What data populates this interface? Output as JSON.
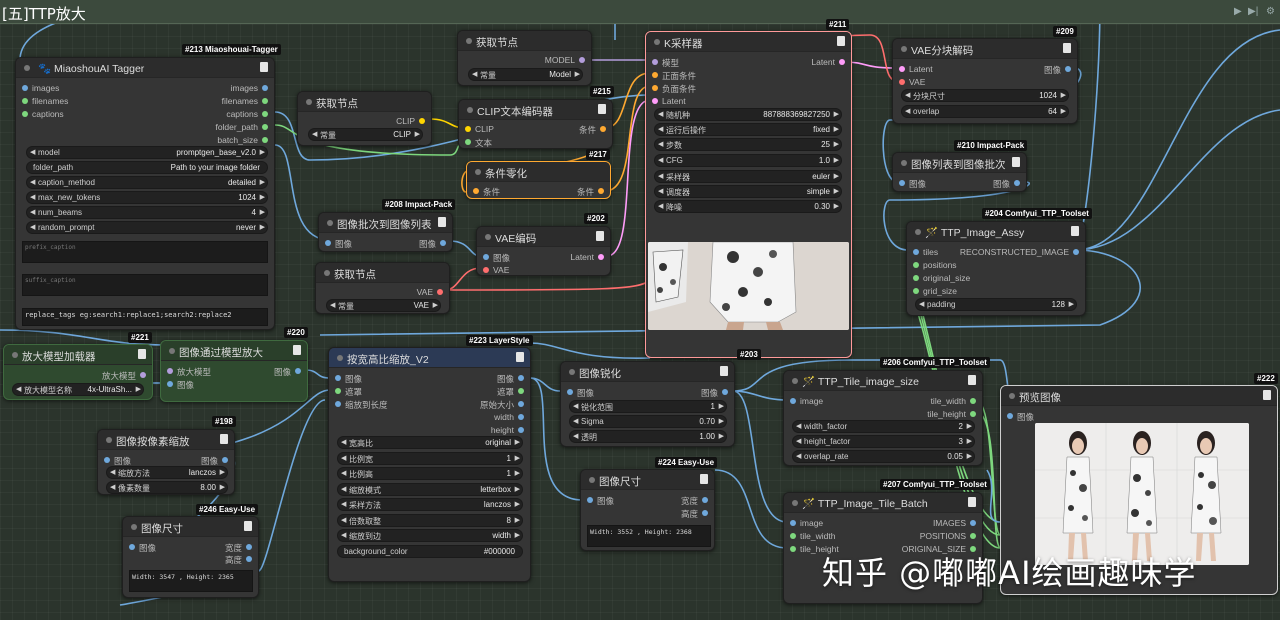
{
  "group_title": "[五]TTP放大",
  "colors": {
    "image": "#6fa8dc",
    "clip": "#ffd500",
    "conditioning": "#ffa931",
    "latent": "#ff9cf9",
    "vae": "#ff6e6e",
    "model": "#b39ddb",
    "int": "#7ed87e"
  },
  "nodes": {
    "n213": {
      "id": "#213 Miaoshouai-Tagger",
      "title": "MiaoshouAI Tagger",
      "in": [
        "images",
        "filenames",
        "captions"
      ],
      "out": [
        "images",
        "filenames",
        "captions",
        "folder_path",
        "batch_size"
      ],
      "widgets": [
        {
          "l": "model",
          "r": "promptgen_base_v2.0"
        },
        {
          "l": "folder_path",
          "r": "Path to your image folder"
        },
        {
          "l": "caption_method",
          "r": "detailed"
        },
        {
          "l": "max_new_tokens",
          "r": "1024"
        },
        {
          "l": "num_beams",
          "r": "4"
        },
        {
          "l": "random_prompt",
          "r": "never"
        }
      ],
      "prefix": "prefix_caption",
      "suffix": "suffix_caption",
      "replace": "replace_tags eg:search1:replace1;search2:replace2"
    },
    "getnode_model": {
      "title": "获取节点",
      "out": "MODEL",
      "w_l": "常量",
      "w_r": "Model"
    },
    "getnode_clip": {
      "title": "获取节点",
      "out": "CLIP",
      "w_l": "常量",
      "w_r": "CLIP"
    },
    "n215": {
      "id": "#215",
      "title": "CLIP文本编码器",
      "in": [
        "CLIP",
        "文本"
      ],
      "out": "条件"
    },
    "n217": {
      "id": "#217",
      "title": "条件零化",
      "in": "条件",
      "out": "条件"
    },
    "n208": {
      "id": "#208 Impact-Pack",
      "title": "图像批次到图像列表",
      "in": "图像",
      "out": "图像"
    },
    "n202": {
      "id": "#202",
      "title": "VAE编码",
      "in": [
        "图像",
        "VAE"
      ],
      "out": "Latent"
    },
    "getnode_vae": {
      "title": "获取节点",
      "out": "VAE",
      "w_l": "常量",
      "w_r": "VAE"
    },
    "n211": {
      "id": "#211",
      "title": "K采样器",
      "in": [
        "模型",
        "正面条件",
        "负面条件",
        "Latent"
      ],
      "out": "Latent",
      "widgets": [
        {
          "l": "随机种",
          "r": "887888369827250"
        },
        {
          "l": "运行后操作",
          "r": "fixed"
        },
        {
          "l": "步数",
          "r": "25"
        },
        {
          "l": "CFG",
          "r": "1.0"
        },
        {
          "l": "采样器",
          "r": "euler"
        },
        {
          "l": "调度器",
          "r": "simple"
        },
        {
          "l": "降噪",
          "r": "0.30"
        }
      ]
    },
    "n209": {
      "id": "#209",
      "title": "VAE分块解码",
      "in": [
        "Latent",
        "VAE"
      ],
      "out": "图像",
      "widgets": [
        {
          "l": "分块尺寸",
          "r": "1024"
        },
        {
          "l": "overlap",
          "r": "64"
        }
      ]
    },
    "n210": {
      "id": "#210 Impact-Pack",
      "title": "图像列表到图像批次",
      "in": "图像",
      "out": "图像"
    },
    "n204": {
      "id": "#204 Comfyui_TTP_Toolset",
      "title": "TTP_Image_Assy",
      "in": [
        "tiles",
        "positions",
        "original_size",
        "grid_size"
      ],
      "out": "RECONSTRUCTED_IMAGE",
      "widgets": [
        {
          "l": "padding",
          "r": "128"
        }
      ]
    },
    "n221": {
      "id": "#221",
      "title": "放大模型加载器",
      "out": "放大模型",
      "w_l": "放大模型名称",
      "w_r": "4x-UltraSh..."
    },
    "n220": {
      "id": "#220",
      "title": "图像通过模型放大",
      "in": [
        "放大模型",
        "图像"
      ],
      "out": "图像"
    },
    "n223": {
      "id": "#223 LayerStyle",
      "title": "按宽高比缩放_V2",
      "in": [
        "图像",
        "遮罩",
        "缩放到长度"
      ],
      "out": [
        "图像",
        "遮罩",
        "原始大小",
        "width",
        "height"
      ],
      "widgets": [
        {
          "l": "宽高比",
          "r": "original"
        },
        {
          "l": "比例宽",
          "r": "1"
        },
        {
          "l": "比例高",
          "r": "1"
        },
        {
          "l": "缩放模式",
          "r": "letterbox"
        },
        {
          "l": "采样方法",
          "r": "lanczos"
        },
        {
          "l": "倍数取整",
          "r": "8"
        },
        {
          "l": "缩放到边",
          "r": "width"
        },
        {
          "l": "background_color",
          "r": "#000000"
        }
      ]
    },
    "n203": {
      "id": "#203",
      "title": "图像锐化",
      "in": "图像",
      "out": "图像",
      "widgets": [
        {
          "l": "锐化范围",
          "r": "1"
        },
        {
          "l": "Sigma",
          "r": "0.70"
        },
        {
          "l": "透明",
          "r": "1.00"
        }
      ]
    },
    "n198": {
      "id": "#198",
      "title": "图像按像素缩放",
      "in": "图像",
      "out": "图像",
      "widgets": [
        {
          "l": "缩放方法",
          "r": "lanczos"
        },
        {
          "l": "像素数量",
          "r": "8.00"
        }
      ]
    },
    "n246": {
      "id": "#246 Easy-Use",
      "title": "图像尺寸",
      "in": "图像",
      "out": [
        "宽度",
        "高度"
      ],
      "text": "Width: 3547 , Height: 2365"
    },
    "n224": {
      "id": "#224 Easy-Use",
      "title": "图像尺寸",
      "in": "图像",
      "out": [
        "宽度",
        "高度"
      ],
      "text": "Width: 3552 , Height: 2368"
    },
    "n206": {
      "id": "#206 Comfyui_TTP_Toolset",
      "title": "TTP_Tile_image_size",
      "in": "image",
      "out": [
        "tile_width",
        "tile_height"
      ],
      "widgets": [
        {
          "l": "width_factor",
          "r": "2"
        },
        {
          "l": "height_factor",
          "r": "3"
        },
        {
          "l": "overlap_rate",
          "r": "0.05"
        }
      ]
    },
    "n207": {
      "id": "#207 Comfyui_TTP_Toolset",
      "title": "TTP_Image_Tile_Batch",
      "in": [
        "image",
        "tile_width",
        "tile_height"
      ],
      "out": [
        "IMAGES",
        "POSITIONS",
        "ORIGINAL_SIZE"
      ]
    },
    "n222": {
      "id": "#222",
      "title": "预览图像",
      "in": "图像"
    }
  },
  "watermark": "知乎 @嘟嘟AI绘画趣味学"
}
